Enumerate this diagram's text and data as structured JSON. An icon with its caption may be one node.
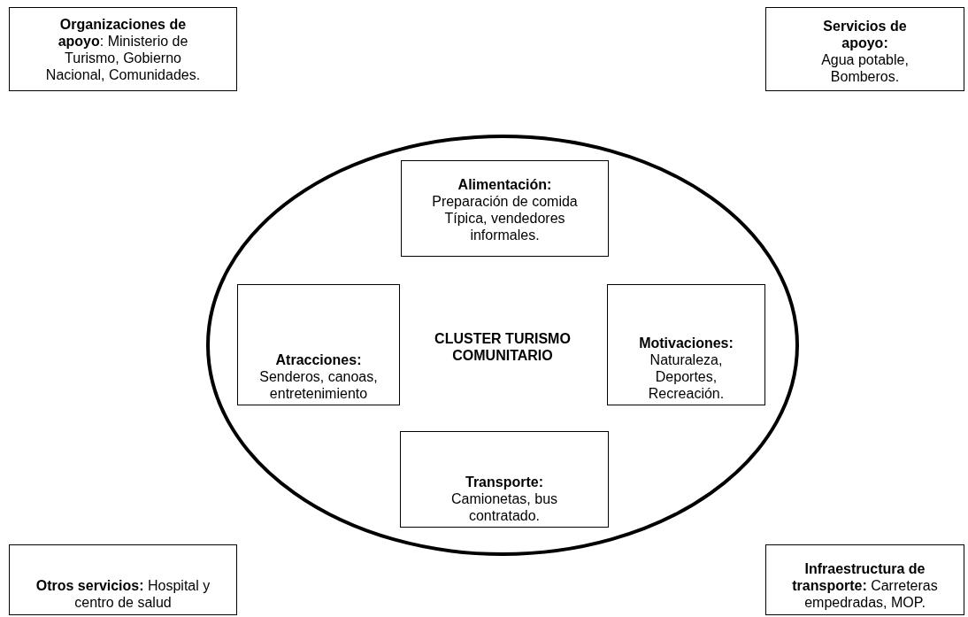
{
  "diagram": {
    "nodes": [
      {
        "text": [
          "**Organizaciones de apoyo**: Ministerio de Turismo, Gobierno Nacional, Comunidades."
        ]
      },
      {
        "text": [
          "Servicios de apoyo:",
          "Agua potable, Bomberos."
        ]
      },
      {
        "text": [
          "CLUSTER TURISMO COMUNITARIO"
        ]
      },
      {
        "text": [
          "Alimentación:",
          "Preparación de comida Típica, vendedores informales."
        ],
        "in": 2
      },
      {
        "text": [
          "Atracciones:",
          "Senderos, canoas, entretenimiento"
        ],
        "in": 2
      },
      {
        "text": [
          "Motivaciones:",
          "Naturaleza, Deportes, Recreación."
        ],
        "in": 2
      },
      {
        "text": [
          "Transporte:",
          "Camionetas, bus contratado."
        ],
        "in": 2
      },
      {
        "text": [
          "**Otros servicios:** Hospital y centro de salud"
        ]
      },
      {
        "text": [
          "**Infraestructura de transporte:** Carreteras empedradas, MOP."
        ]
      }
    ],
    "edges": []
  }
}
